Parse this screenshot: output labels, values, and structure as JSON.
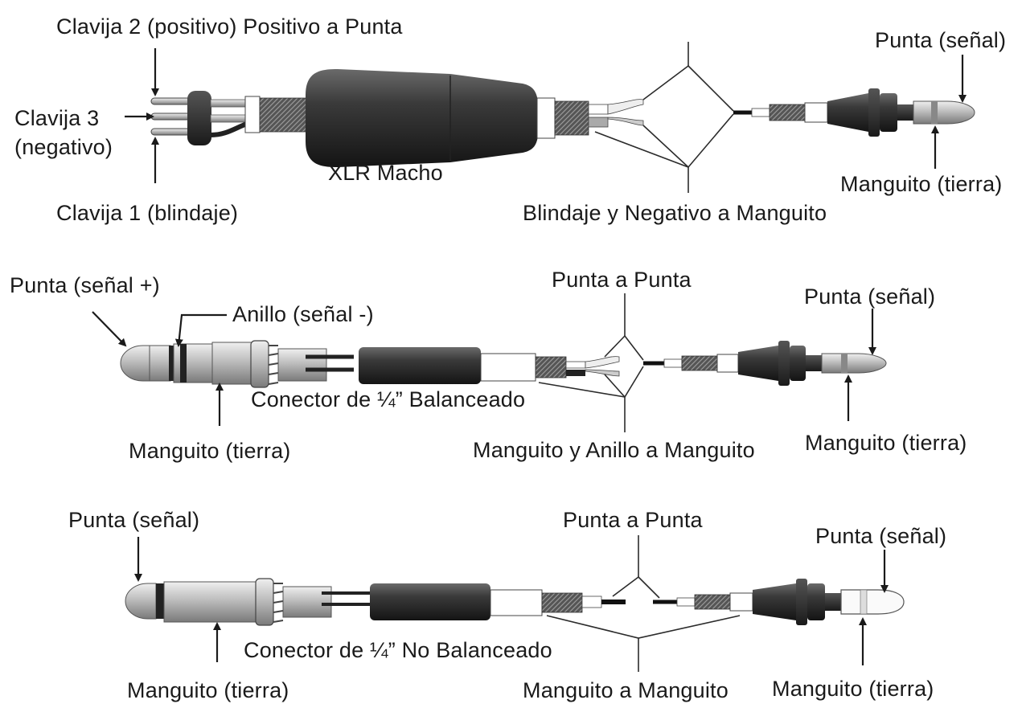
{
  "diagrams": [
    {
      "id": "xlr-to-rca",
      "labels": {
        "pin2": "Clavija 2 (positivo) Positivo a Punta",
        "pin3_line1": "Clavija 3",
        "pin3_line2": "(negativo)",
        "pin1": "Clavija 1 (blindaje)",
        "connector": "XLR Macho",
        "junction": "Blindaje y Negativo a Manguito",
        "rca_tip": "Punta (señal)",
        "rca_sleeve": "Manguito (tierra)"
      }
    },
    {
      "id": "trs-to-rca",
      "labels": {
        "tip": "Punta (señal +)",
        "ring": "Anillo (señal -)",
        "connector": "Conector de ¼” Balanceado",
        "sleeve": "Manguito (tierra)",
        "tip_to_tip": "Punta a Punta",
        "junction": "Manguito y Anillo a Manguito",
        "rca_tip": "Punta (señal)",
        "rca_sleeve": "Manguito (tierra)"
      }
    },
    {
      "id": "ts-to-rca",
      "labels": {
        "tip": "Punta (señal)",
        "connector": "Conector de ¼” No Balanceado",
        "sleeve": "Manguito (tierra)",
        "tip_to_tip": "Punta a Punta",
        "junction": "Manguito a Manguito",
        "rca_tip": "Punta (señal)",
        "rca_sleeve": "Manguito (tierra)"
      }
    }
  ]
}
